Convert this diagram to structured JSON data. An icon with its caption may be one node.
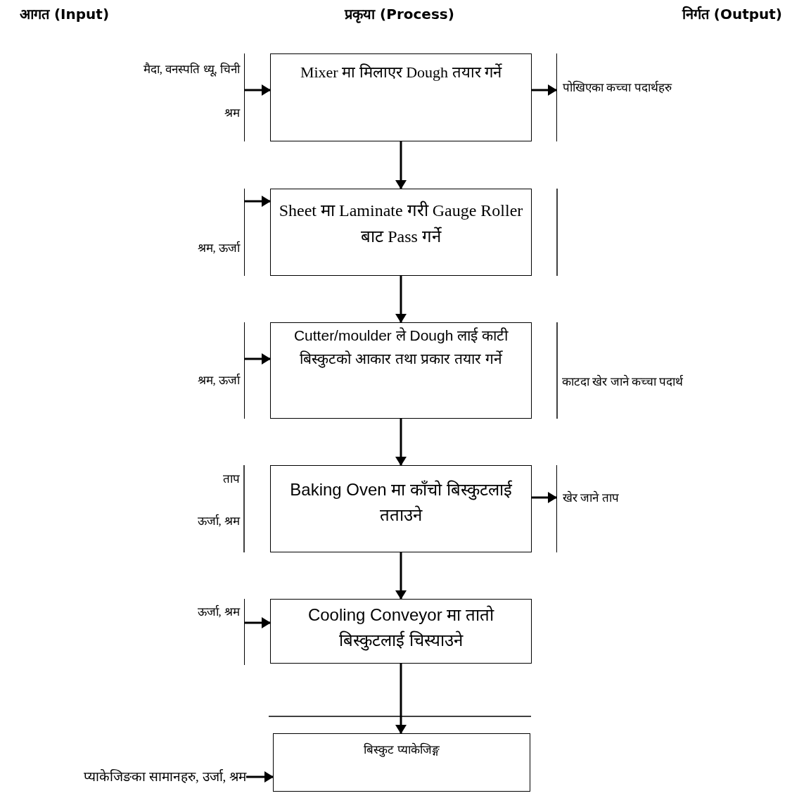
{
  "diagram": {
    "nodes": [
      {
        "text": [
          "Mixer मा मिलाएर Dough तयार गर्ने"
        ]
      },
      {
        "text": [
          "Sheet मा Laminate गरी Gauge Roller बाट Pass गर्ने"
        ]
      },
      {
        "text": [
          "Cutter/moulder ले Dough लाई काटी बिस्कुटको आकार तथा प्रकार तयार गर्ने"
        ]
      },
      {
        "text": [
          "Baking Oven मा काँचो बिस्कुटलाई तताउने"
        ]
      },
      {
        "text": [
          "Cooling Conveyor मा तातो बिस्कुटलाई चिस्याउने"
        ]
      },
      {
        "text": [
          "बिस्कुट प्याकेजिङ्ग"
        ]
      },
      {
        "text": [
          "मैदा, वनस्पति ध्यू, चिनी",
          "श्रम"
        ]
      },
      {
        "text": [
          "श्रम, ऊर्जा"
        ]
      },
      {
        "text": [
          "श्रम, ऊर्जा"
        ]
      },
      {
        "text": [
          "ऊर्जा, श्रम"
        ]
      },
      {
        "text": [
          "प्याकेजिङका सामानहरु, उर्जा, श्रम"
        ]
      },
      {
        "text": [
          "पोखिएका कच्चा पदार्थहरु"
        ]
      },
      {
        "text": [
          "खेर जाने ताप"
        ]
      }
    ],
    "edges": [
      {
        "from": 6,
        "to": 0,
        "arrow": "to"
      },
      {
        "from": 7,
        "to": 1,
        "arrow": "to"
      },
      {
        "from": 8,
        "to": 2,
        "arrow": "to"
      },
      {
        "from": 9,
        "to": 4,
        "arrow": "to"
      },
      {
        "from": 10,
        "to": 5,
        "arrow": "to"
      },
      {
        "from": 0,
        "to": 11,
        "arrow": "to"
      },
      {
        "from": 3,
        "to": 12,
        "arrow": "to"
      },
      {
        "from": 0,
        "to": 1,
        "arrow": "to"
      },
      {
        "from": 1,
        "to": 2,
        "arrow": "to"
      },
      {
        "from": 2,
        "to": 3,
        "arrow": "to"
      },
      {
        "from": 3,
        "to": 4,
        "arrow": "to"
      },
      {
        "from": 4,
        "to": 5,
        "arrow": "to"
      }
    ],
    "labels": [
      "आगत (Input)",
      "प्रकृया (Process)",
      "निर्गत (Output)",
      "ताप",
      "ऊर्जा, श्रम",
      "काटदा खेर जाने कच्चा पदार्थ"
    ]
  }
}
